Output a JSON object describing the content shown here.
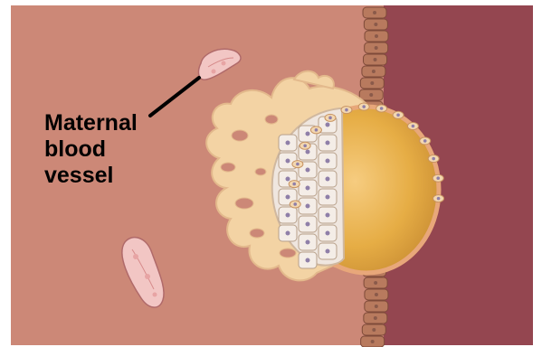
{
  "figure": {
    "label_lines": [
      "Maternal",
      "blood",
      "vessel"
    ]
  },
  "colors": {
    "tissue": "#cc8877",
    "uterine_lumen": "#944650",
    "epithelium": "#b87a5e",
    "trophoblast": "#f3d3a4",
    "blastocoel": "#e6ad45",
    "inner_cell_mass": "#efe6df",
    "vessel": "#f2c6c4"
  }
}
